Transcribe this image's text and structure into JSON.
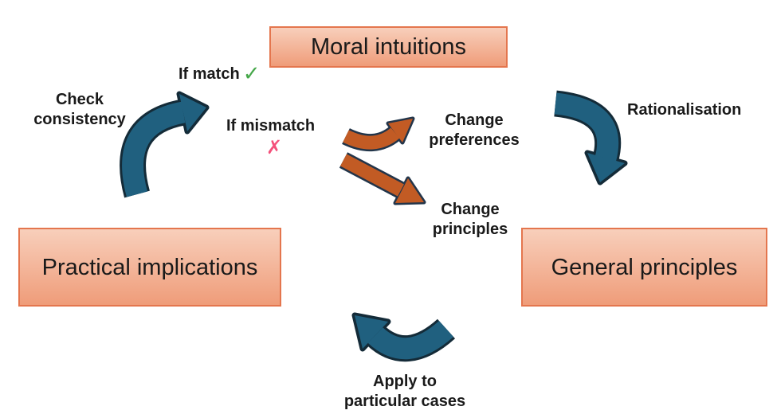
{
  "diagram": {
    "nodes": {
      "moral_intuitions": "Moral intuitions",
      "practical_implications": "Practical implications",
      "general_principles": "General principles"
    },
    "labels": {
      "check_consistency": {
        "line1": "Check",
        "line2": "consistency"
      },
      "if_match": "If match",
      "if_mismatch": "If mismatch",
      "rationalisation": "Rationalisation",
      "change_preferences": {
        "line1": "Change",
        "line2": "preferences"
      },
      "change_principles": {
        "line1": "Change",
        "line2": "principles"
      },
      "apply": {
        "line1": "Apply to",
        "line2": "particular cases"
      }
    },
    "marks": {
      "match_check": "✓",
      "mismatch_cross": "✗"
    }
  },
  "colors": {
    "box_fill_top": "#f8cfbb",
    "box_fill_bottom": "#ef9c79",
    "box_border": "#e4764e",
    "teal_fill": "#20607f",
    "teal_outline": "#142b38",
    "orange_fill": "#c25b24",
    "orange_outline": "#22354a",
    "check_green": "#45a749",
    "cross_pink": "#f4517b",
    "text_color": "#1a1a1a"
  }
}
